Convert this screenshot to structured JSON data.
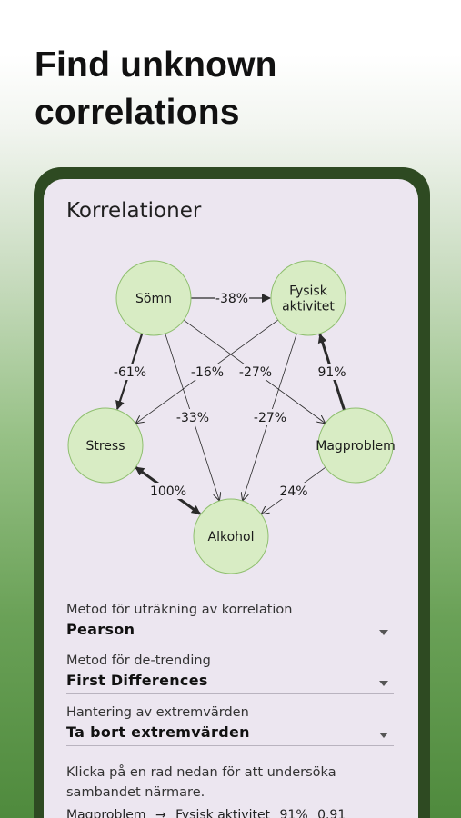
{
  "headline": "Find unknown correlations",
  "screen": {
    "title": "Korrelationer"
  },
  "graph": {
    "nodes": [
      {
        "id": "somn",
        "lines": [
          "Sömn"
        ]
      },
      {
        "id": "fysisk",
        "lines": [
          "Fysisk",
          "aktivitet"
        ]
      },
      {
        "id": "magproblem",
        "lines": [
          "Magproblem"
        ]
      },
      {
        "id": "stress",
        "lines": [
          "Stress"
        ]
      },
      {
        "id": "alkohol",
        "lines": [
          "Alkohol"
        ]
      }
    ],
    "edges": [
      {
        "from": "somn",
        "to": "fysisk",
        "label": "-38%",
        "weight": "normal"
      },
      {
        "from": "somn",
        "to": "stress",
        "label": "-61%",
        "weight": "medium"
      },
      {
        "from": "somn",
        "to": "alkohol",
        "label": "-33%",
        "weight": "thin"
      },
      {
        "from": "somn",
        "to": "magproblem",
        "label": "-27%",
        "weight": "thin"
      },
      {
        "from": "fysisk",
        "to": "stress",
        "label": "-16%",
        "weight": "thin"
      },
      {
        "from": "fysisk",
        "to": "alkohol",
        "label": "-27%",
        "weight": "thin"
      },
      {
        "from": "magproblem",
        "to": "fysisk",
        "label": "91%",
        "weight": "bold"
      },
      {
        "from": "magproblem",
        "to": "alkohol",
        "label": "24%",
        "weight": "thin"
      },
      {
        "from": "stress",
        "to": "alkohol",
        "label": "100%",
        "weight": "bold",
        "bidirectional": true
      }
    ],
    "colors": {
      "node_fill": "#d8ecc4",
      "node_stroke": "#8fbf6f",
      "edge": "#2a2a2a"
    }
  },
  "settings": {
    "method": {
      "label": "Metod för uträkning av korrelation",
      "value": "Pearson"
    },
    "detrend": {
      "label": "Metod för de-trending",
      "value": "First Differences"
    },
    "outliers": {
      "label": "Hantering av extremvärden",
      "value": "Ta bort extremvärden"
    }
  },
  "hint": "Klicka på en rad nedan för att undersöka sambandet närmare.",
  "row_peek": {
    "from": "Magproblem",
    "to": "Fysisk aktivitet",
    "percent": "91%",
    "value": "0.91"
  }
}
